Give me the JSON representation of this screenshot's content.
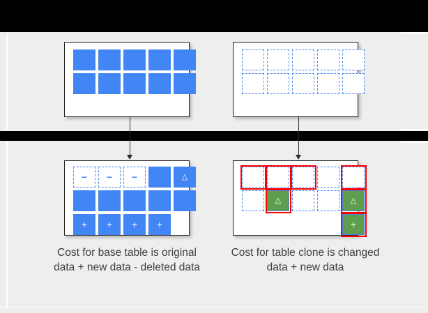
{
  "diagram": {
    "title": "BigQuery table clone storage cost diagram",
    "colors": {
      "blue": "#4285f4",
      "green": "#5f9e4e",
      "red_highlight": "#ff0000",
      "panel_gray": "#eeeeee",
      "band_black": "#000000",
      "caption_text": "#3c4043"
    },
    "glyphs": {
      "minus": "−",
      "plus": "+",
      "triangle": "△"
    },
    "top": {
      "base_table": {
        "name": "base-table-initial",
        "rows": [
          [
            "solid",
            "solid",
            "solid",
            "solid",
            "solid"
          ],
          [
            "solid",
            "solid",
            "solid",
            "solid",
            "solid"
          ]
        ],
        "labels": [
          [
            "",
            "",
            "",
            "",
            ""
          ],
          [
            "",
            "",
            "",
            "",
            ""
          ]
        ],
        "highlights": [
          [
            false,
            false,
            false,
            false,
            false
          ],
          [
            false,
            false,
            false,
            false,
            false
          ]
        ]
      },
      "clone_table": {
        "name": "clone-table-initial",
        "rows": [
          [
            "dashed",
            "dashed",
            "dashed",
            "dashed",
            "dashed"
          ],
          [
            "dashed",
            "dashed",
            "dashed",
            "dashed",
            "dashed"
          ]
        ],
        "labels": [
          [
            "",
            "",
            "",
            "",
            ""
          ],
          [
            "",
            "",
            "",
            "",
            ""
          ]
        ],
        "highlights": [
          [
            false,
            false,
            false,
            false,
            false
          ],
          [
            false,
            false,
            false,
            false,
            false
          ]
        ]
      }
    },
    "bottom": {
      "base_table": {
        "name": "base-table-after",
        "rows": [
          [
            "dashed",
            "dashed",
            "dashed",
            "solid",
            "solid"
          ],
          [
            "solid",
            "solid",
            "solid",
            "solid",
            "solid"
          ],
          [
            "solid",
            "solid",
            "solid",
            "solid",
            "empty"
          ]
        ],
        "labels": [
          [
            "−",
            "−",
            "−",
            "",
            "△"
          ],
          [
            "",
            "",
            "",
            "",
            ""
          ],
          [
            "+",
            "+",
            "+",
            "+",
            ""
          ]
        ],
        "highlights": [
          [
            false,
            false,
            false,
            false,
            false
          ],
          [
            false,
            false,
            false,
            false,
            false
          ],
          [
            false,
            false,
            false,
            false,
            false
          ]
        ]
      },
      "clone_table": {
        "name": "clone-table-after",
        "rows": [
          [
            "dashed",
            "dashed",
            "dashed",
            "dashed",
            "dashed"
          ],
          [
            "dashed",
            "green",
            "dashed",
            "dashed",
            "green"
          ],
          [
            "empty",
            "empty",
            "empty",
            "empty",
            "green"
          ]
        ],
        "labels": [
          [
            "",
            "",
            "",
            "",
            ""
          ],
          [
            "",
            "△",
            "",
            "",
            "△"
          ],
          [
            "",
            "",
            "",
            "",
            "+"
          ]
        ],
        "highlights": [
          [
            true,
            true,
            true,
            false,
            true
          ],
          [
            false,
            true,
            false,
            false,
            true
          ],
          [
            false,
            false,
            false,
            false,
            true
          ]
        ]
      }
    },
    "captions": {
      "left": "Cost for base table is original data + new data - deleted data",
      "right": "Cost for table clone is changed data + new data"
    }
  }
}
